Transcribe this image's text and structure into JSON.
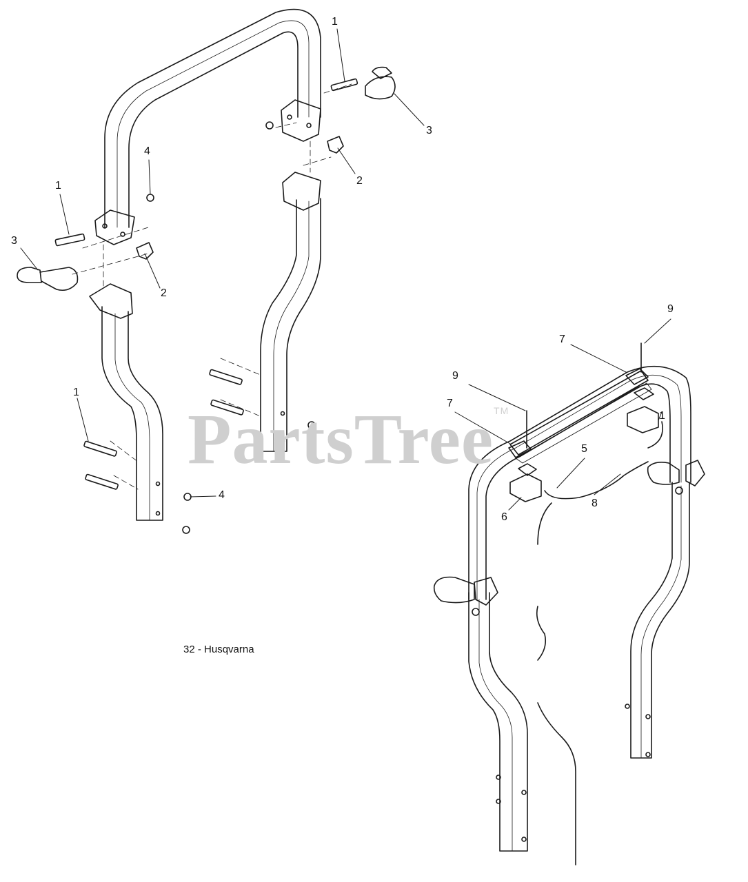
{
  "watermark": {
    "text": "PartsTree",
    "mark": "TM"
  },
  "caption": "32 - Husqvarna",
  "callouts": [
    {
      "id": "c1a",
      "label": "1"
    },
    {
      "id": "c3a",
      "label": "3"
    },
    {
      "id": "c2a",
      "label": "2"
    },
    {
      "id": "c4a",
      "label": "4"
    },
    {
      "id": "c1b",
      "label": "1"
    },
    {
      "id": "c3b",
      "label": "3"
    },
    {
      "id": "c2b",
      "label": "2"
    },
    {
      "id": "c1c",
      "label": "1"
    },
    {
      "id": "c4b",
      "label": "4"
    },
    {
      "id": "c9a",
      "label": "9"
    },
    {
      "id": "c7a",
      "label": "7"
    },
    {
      "id": "c9b",
      "label": "9"
    },
    {
      "id": "c7b",
      "label": "7"
    },
    {
      "id": "c5",
      "label": "5"
    },
    {
      "id": "c8",
      "label": "8"
    },
    {
      "id": "c6",
      "label": "6"
    },
    {
      "id": "c1d",
      "label": "1"
    }
  ],
  "colors": {
    "line": "#1a1a1a",
    "watermark": "#cfcfcf",
    "background": "#ffffff"
  }
}
